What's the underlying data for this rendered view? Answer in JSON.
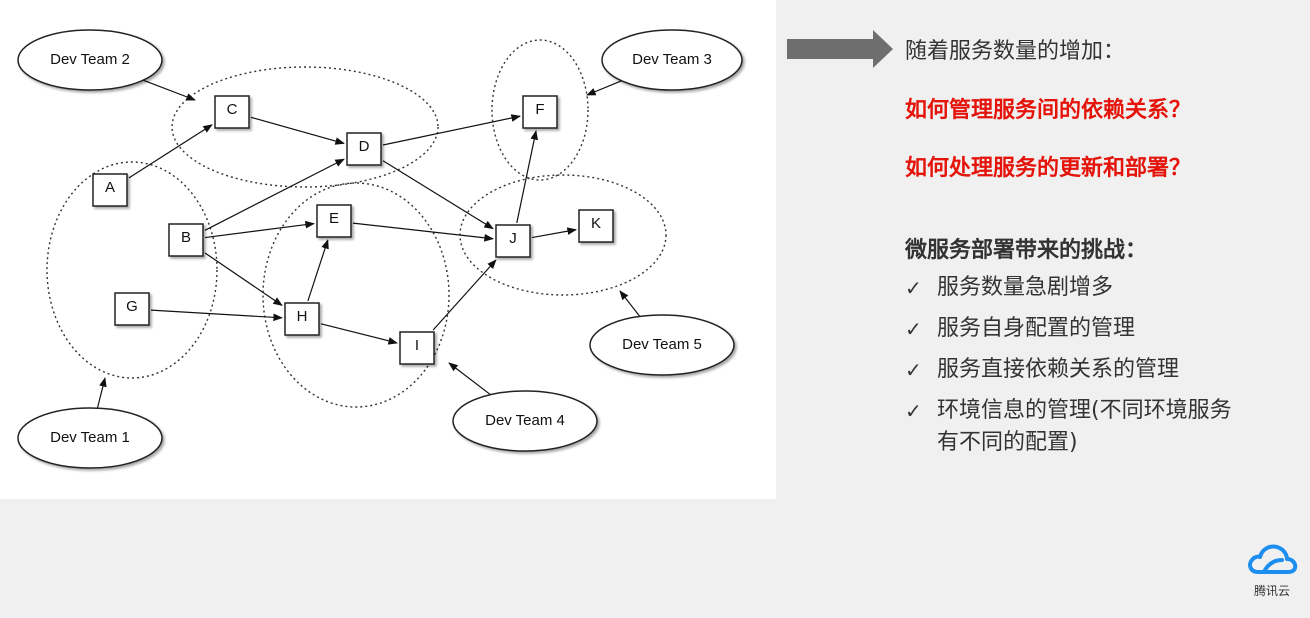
{
  "diagram": {
    "nodes": [
      {
        "id": "A",
        "label": "A"
      },
      {
        "id": "B",
        "label": "B"
      },
      {
        "id": "C",
        "label": "C"
      },
      {
        "id": "D",
        "label": "D"
      },
      {
        "id": "E",
        "label": "E"
      },
      {
        "id": "F",
        "label": "F"
      },
      {
        "id": "G",
        "label": "G"
      },
      {
        "id": "H",
        "label": "H"
      },
      {
        "id": "I",
        "label": "I"
      },
      {
        "id": "J",
        "label": "J"
      },
      {
        "id": "K",
        "label": "K"
      }
    ],
    "teams": [
      {
        "id": "team1",
        "label": "Dev Team 1"
      },
      {
        "id": "team2",
        "label": "Dev Team 2"
      },
      {
        "id": "team3",
        "label": "Dev Team 3"
      },
      {
        "id": "team4",
        "label": "Dev Team 4"
      },
      {
        "id": "team5",
        "label": "Dev Team 5"
      }
    ],
    "edges": [
      [
        "A",
        "C"
      ],
      [
        "C",
        "D"
      ],
      [
        "B",
        "D"
      ],
      [
        "B",
        "E"
      ],
      [
        "B",
        "H"
      ],
      [
        "G",
        "H"
      ],
      [
        "H",
        "E"
      ],
      [
        "H",
        "I"
      ],
      [
        "E",
        "J"
      ],
      [
        "D",
        "J"
      ],
      [
        "D",
        "F"
      ],
      [
        "J",
        "F"
      ],
      [
        "J",
        "K"
      ],
      [
        "I",
        "J"
      ],
      [
        "team2",
        "group2"
      ],
      [
        "team3",
        "group3"
      ],
      [
        "team1",
        "group1"
      ],
      [
        "team4",
        "group4"
      ],
      [
        "team5",
        "group5"
      ]
    ]
  },
  "right_panel": {
    "intro": "随着服务数量的增加：",
    "questions": [
      "如何管理服务间的依赖关系？",
      "如何处理服务的更新和部署？"
    ],
    "challenge_title": "微服务部署带来的挑战：",
    "check_icon": "✓",
    "challenges": [
      "服务数量急剧增多",
      "服务自身配置的管理",
      "服务直接依赖关系的管理",
      "环境信息的管理(不同环境服务有不同的配置)"
    ]
  },
  "logo": {
    "name": "cloud-icon",
    "text": "腾讯云",
    "color": "#1c8ef0"
  },
  "colors": {
    "accent_red": "#e4140b",
    "arrow_gray": "#6e6e6e"
  }
}
